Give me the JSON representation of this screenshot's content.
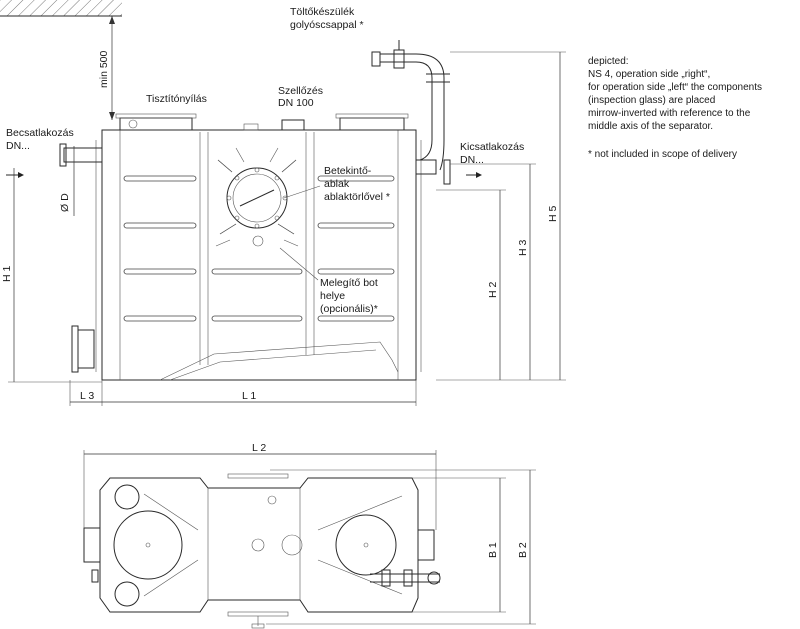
{
  "labels": {
    "filler_device": "Töltőkészülék",
    "filler_device_2": "golyóscsappal *",
    "min500": "min 500",
    "cleaning_opening": "Tisztítónyílás",
    "vent": "Szellőzés",
    "vent_dn": "DN 100",
    "inlet": "Becsatlakozás",
    "inlet_dn": "DN...",
    "outlet": "Kicsatlakozás",
    "outlet_dn": "DN...",
    "phi_d": "Ø D",
    "inspection_1": "Betekintő-",
    "inspection_2": "ablak",
    "inspection_3": "ablaktörlővel *",
    "heater_1": "Melegítő bot",
    "heater_2": "helye",
    "heater_3": "(opcionális)*",
    "h1": "H 1",
    "h2": "H 2",
    "h3": "H 3",
    "h5": "H 5",
    "l1": "L 1",
    "l2": "L 2",
    "l3": "L 3",
    "b1": "B 1",
    "b2": "B 2"
  },
  "notes": {
    "lines": [
      "depicted:",
      "NS 4, operation side „right“,",
      "for operation side „left“ the components",
      "(inspection glass) are placed",
      "mirrow-inverted with reference to the",
      "middle axis of the separator."
    ],
    "footnote": "* not included in scope of delivery"
  }
}
